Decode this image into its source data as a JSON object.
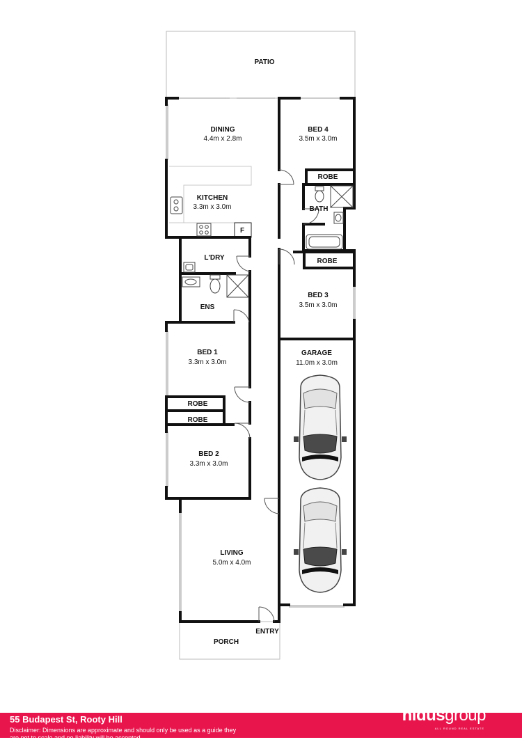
{
  "rooms": {
    "patio": {
      "name": "PATIO"
    },
    "dining": {
      "name": "DINING",
      "dims": "4.4m x 2.8m"
    },
    "bed4": {
      "name": "BED 4",
      "dims": "3.5m x 3.0m"
    },
    "robe_bed4": {
      "name": "ROBE"
    },
    "kitchen": {
      "name": "KITCHEN",
      "dims": "3.3m x 3.0m"
    },
    "fridge": {
      "name": "F"
    },
    "bath": {
      "name": "BATH"
    },
    "laundry": {
      "name": "L'DRY"
    },
    "robe_bed3": {
      "name": "ROBE"
    },
    "bed3": {
      "name": "BED 3",
      "dims": "3.5m x 3.0m"
    },
    "ensuite": {
      "name": "ENS"
    },
    "garage": {
      "name": "GARAGE",
      "dims": "11.0m x 3.0m"
    },
    "bed1": {
      "name": "BED 1",
      "dims": "3.3m x 3.0m"
    },
    "robe_bed1": {
      "name": "ROBE"
    },
    "robe_bed2": {
      "name": "ROBE"
    },
    "bed2": {
      "name": "BED 2",
      "dims": "3.3m x 3.0m"
    },
    "living": {
      "name": "LIVING",
      "dims": "5.0m x 4.0m"
    },
    "entry": {
      "name": "ENTRY"
    },
    "porch": {
      "name": "PORCH"
    }
  },
  "footer": {
    "address": "55 Budapest St, Rooty Hill",
    "disclaimer": "Disclaimer: Dimensions are approximate and should only be used as a guide they are not to scale and no liability will be accepted",
    "brand_bold": "nidus",
    "brand_light": "group",
    "tagline": "ALL ROUND REAL ESTATE",
    "color": "#e8154d"
  }
}
